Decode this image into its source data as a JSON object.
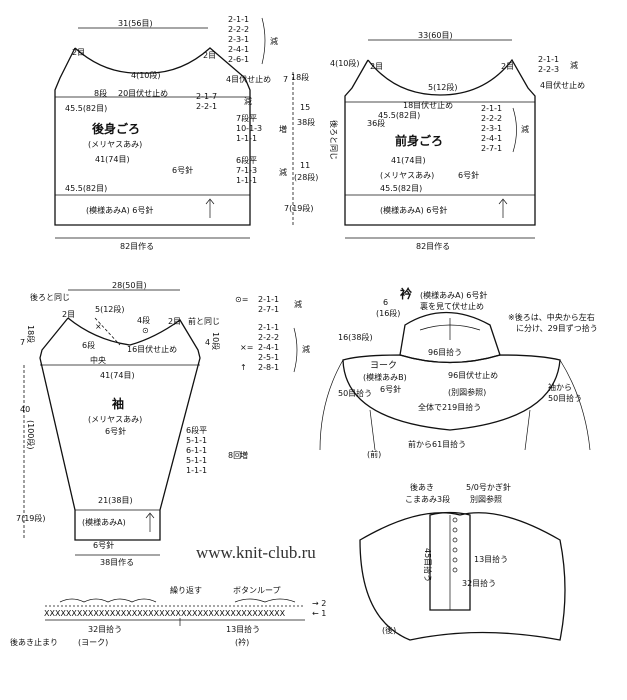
{
  "back_body": {
    "width_top": "31(56目)",
    "shoulder_stitches": "2目",
    "shoulder_rows": "4(10段)",
    "bind_off_8": "8段",
    "bind_off_20": "20目伏せ止め",
    "shoulder_dec": [
      "2-1-1",
      "2-2-2",
      "2-3-1",
      "2-4-1",
      "2-6-1"
    ],
    "dec_label": "減",
    "bind_off_4": "4目伏せ止め",
    "armhole_rows": "7",
    "armhole_rows_b": "18段",
    "width_chest": "45.5(82目)",
    "armhole_dec": [
      "2-1-7",
      "2-2-1"
    ],
    "title": "後身ごろ",
    "subtitle": "(メリヤスあみ)",
    "rows_flat_7": "7段平",
    "inc_list": [
      "10-1-3",
      "1-1-1"
    ],
    "inc_label": "増",
    "height_15": "15",
    "height_15_b": "38段",
    "width_waist": "41(74目)",
    "needle": "6号針",
    "rows_flat_6": "6段平",
    "dec_list2": [
      "7-1-3",
      "1-1-1"
    ],
    "dec_label2": "減",
    "height_11": "11",
    "height_11_b": "(28段)",
    "note_b1": "目",
    "note_b2": "目",
    "width_hem": "45.5(82目)",
    "band": "(模様あみA) 6号針",
    "band_height": "7(19段)",
    "cast_on": "82目作る"
  },
  "front_body": {
    "width_top": "33(60目)",
    "shoulder_rows": "4(10段)",
    "shoulder_stitches": "2目",
    "neck_rows": "5(12段)",
    "bind_off_18": "18目伏せ止め",
    "width_chest": "45.5(82目)",
    "side_rows": "36段",
    "same_as_back": "後ろと同じ",
    "shoulder_dec_top": [
      "2-1-1",
      "2-2-3"
    ],
    "dec_label": "減",
    "bind_off_4": "4目伏せ止め",
    "neck_dec": [
      "2-1-1",
      "2-2-2",
      "2-3-1",
      "2-4-1",
      "2-7-1"
    ],
    "dec_label_b": "減",
    "title": "前身ごろ",
    "width_waist": "41(74目)",
    "subtitle": "(メリヤスあみ)",
    "needle": "6号針",
    "width_hem": "45.5(82目)",
    "band": "(模様あみA) 6号針",
    "cast_on": "82目作る"
  },
  "sleeve": {
    "width_top": "28(50目)",
    "back_label": "後ろと同じ",
    "height_7": "7",
    "height_18": "18段",
    "shoulder_stitches": "2目",
    "center_rows": "5(12段)",
    "rows_4": "4段",
    "stitches_2": "2目",
    "front_same": "前と同じ",
    "right_rows": "4",
    "right_rows_b": "10段",
    "rows_6": "6段",
    "bind_off_16": "16目伏せ止め",
    "center": "中央",
    "width_41": "41(74目)",
    "dec_circle": [
      "2-1-1",
      "2-7-1"
    ],
    "dec_circle_label": "減",
    "dec_x": [
      "2-1-1",
      "2-2-2",
      "2-4-1",
      "2-5-1",
      "2-8-1"
    ],
    "dec_x_label": "減",
    "title": "袖",
    "subtitle": "(メリヤスあみ)",
    "needle": "6号針",
    "height_40": "40",
    "height_100": "(100段)",
    "rows_flat_6": "6段平",
    "inc_list": [
      "5-1-1",
      "6-1-1",
      "5-1-1",
      "1-1-1"
    ],
    "inc_mult": "8回",
    "inc_label": "増",
    "width_cuff": "21(38目)",
    "band": "(模様あみA)",
    "band_height": "7(19段)",
    "cuff_needle": "6号針",
    "cast_on": "38目作る"
  },
  "collar": {
    "title": "衿",
    "band_title": "(模様あみA) 6号針",
    "bind_off_note": "裏を見て伏せ止め",
    "rows_6": "6",
    "rows_16": "(16段)",
    "rows_back": "16(38段)",
    "note": "※後ろは、中央から左右に分け、29目ずつ拾う",
    "pick_96": "96目拾う",
    "yoke_title": "ヨーク",
    "yoke_band": "(模様あみB)",
    "yoke_needle": "6号針",
    "yoke_bind_off": "96目伏せ止め",
    "yoke_ref": "(別図参照)",
    "pick_219": "全体で219目拾う",
    "pick_50_left": "50目拾う",
    "pick_50_right": "袖から50目拾う",
    "pick_61": "前から61目拾う",
    "front_caption": "(前)"
  },
  "back_opening": {
    "title": "後あき",
    "hook": "5/0号かぎ針",
    "stitch": "こまあみ3段",
    "ref": "別図参照",
    "pick_45": "45目拾う",
    "pick_13": "13目拾う",
    "pick_32": "32目拾う",
    "caption": "(後)"
  },
  "edging": {
    "repeat": "繰り返す",
    "button_loop": "ボタンループ",
    "arrow_2": "2",
    "arrow_1": "1",
    "pick_32": "32目拾う",
    "pick_13": "13目拾う",
    "yoke": "(ヨーク)",
    "collar": "(衿)",
    "start": "後あき止まり"
  },
  "watermark": "www.knit-club.ru"
}
